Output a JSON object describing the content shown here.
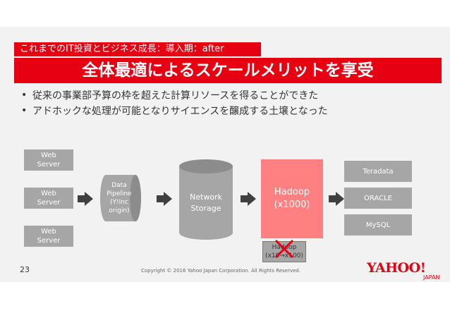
{
  "header": {
    "subtitle": "これまでのIT投資とビジネス成長：導入期：after",
    "title": "全体最適によるスケールメリットを享受"
  },
  "bullets": [
    "従来の事業部予算の枠を超えた計算リソースを得ることができた",
    "アドホックな処理が可能となりサイエンスを醸成する土壌となった"
  ],
  "diagram": {
    "web_servers": [
      "Web\nServer",
      "Web\nServer",
      "Web\nServer"
    ],
    "pipeline": "Data\nPipeline\n(Y!Inc\norigin)",
    "storage": "Network\nStorage",
    "hadoop": "Hadoop\n(x1000)",
    "hadoop_old": "Hadoop\n(x10→x100)",
    "databases": [
      "Teradata",
      "ORACLE",
      "MySQL"
    ]
  },
  "footer": {
    "page_number": "23",
    "copyright": "Copyright © 2016  Yahoo Japan Corporation. All Rights Reserved.",
    "logo_text": "YAHOO!",
    "logo_sub": "JAPAN"
  },
  "colors": {
    "accent": "#e60012",
    "hadoop": "#ff8080",
    "box": "#a6a6a6",
    "background": "#f2f2f2"
  }
}
